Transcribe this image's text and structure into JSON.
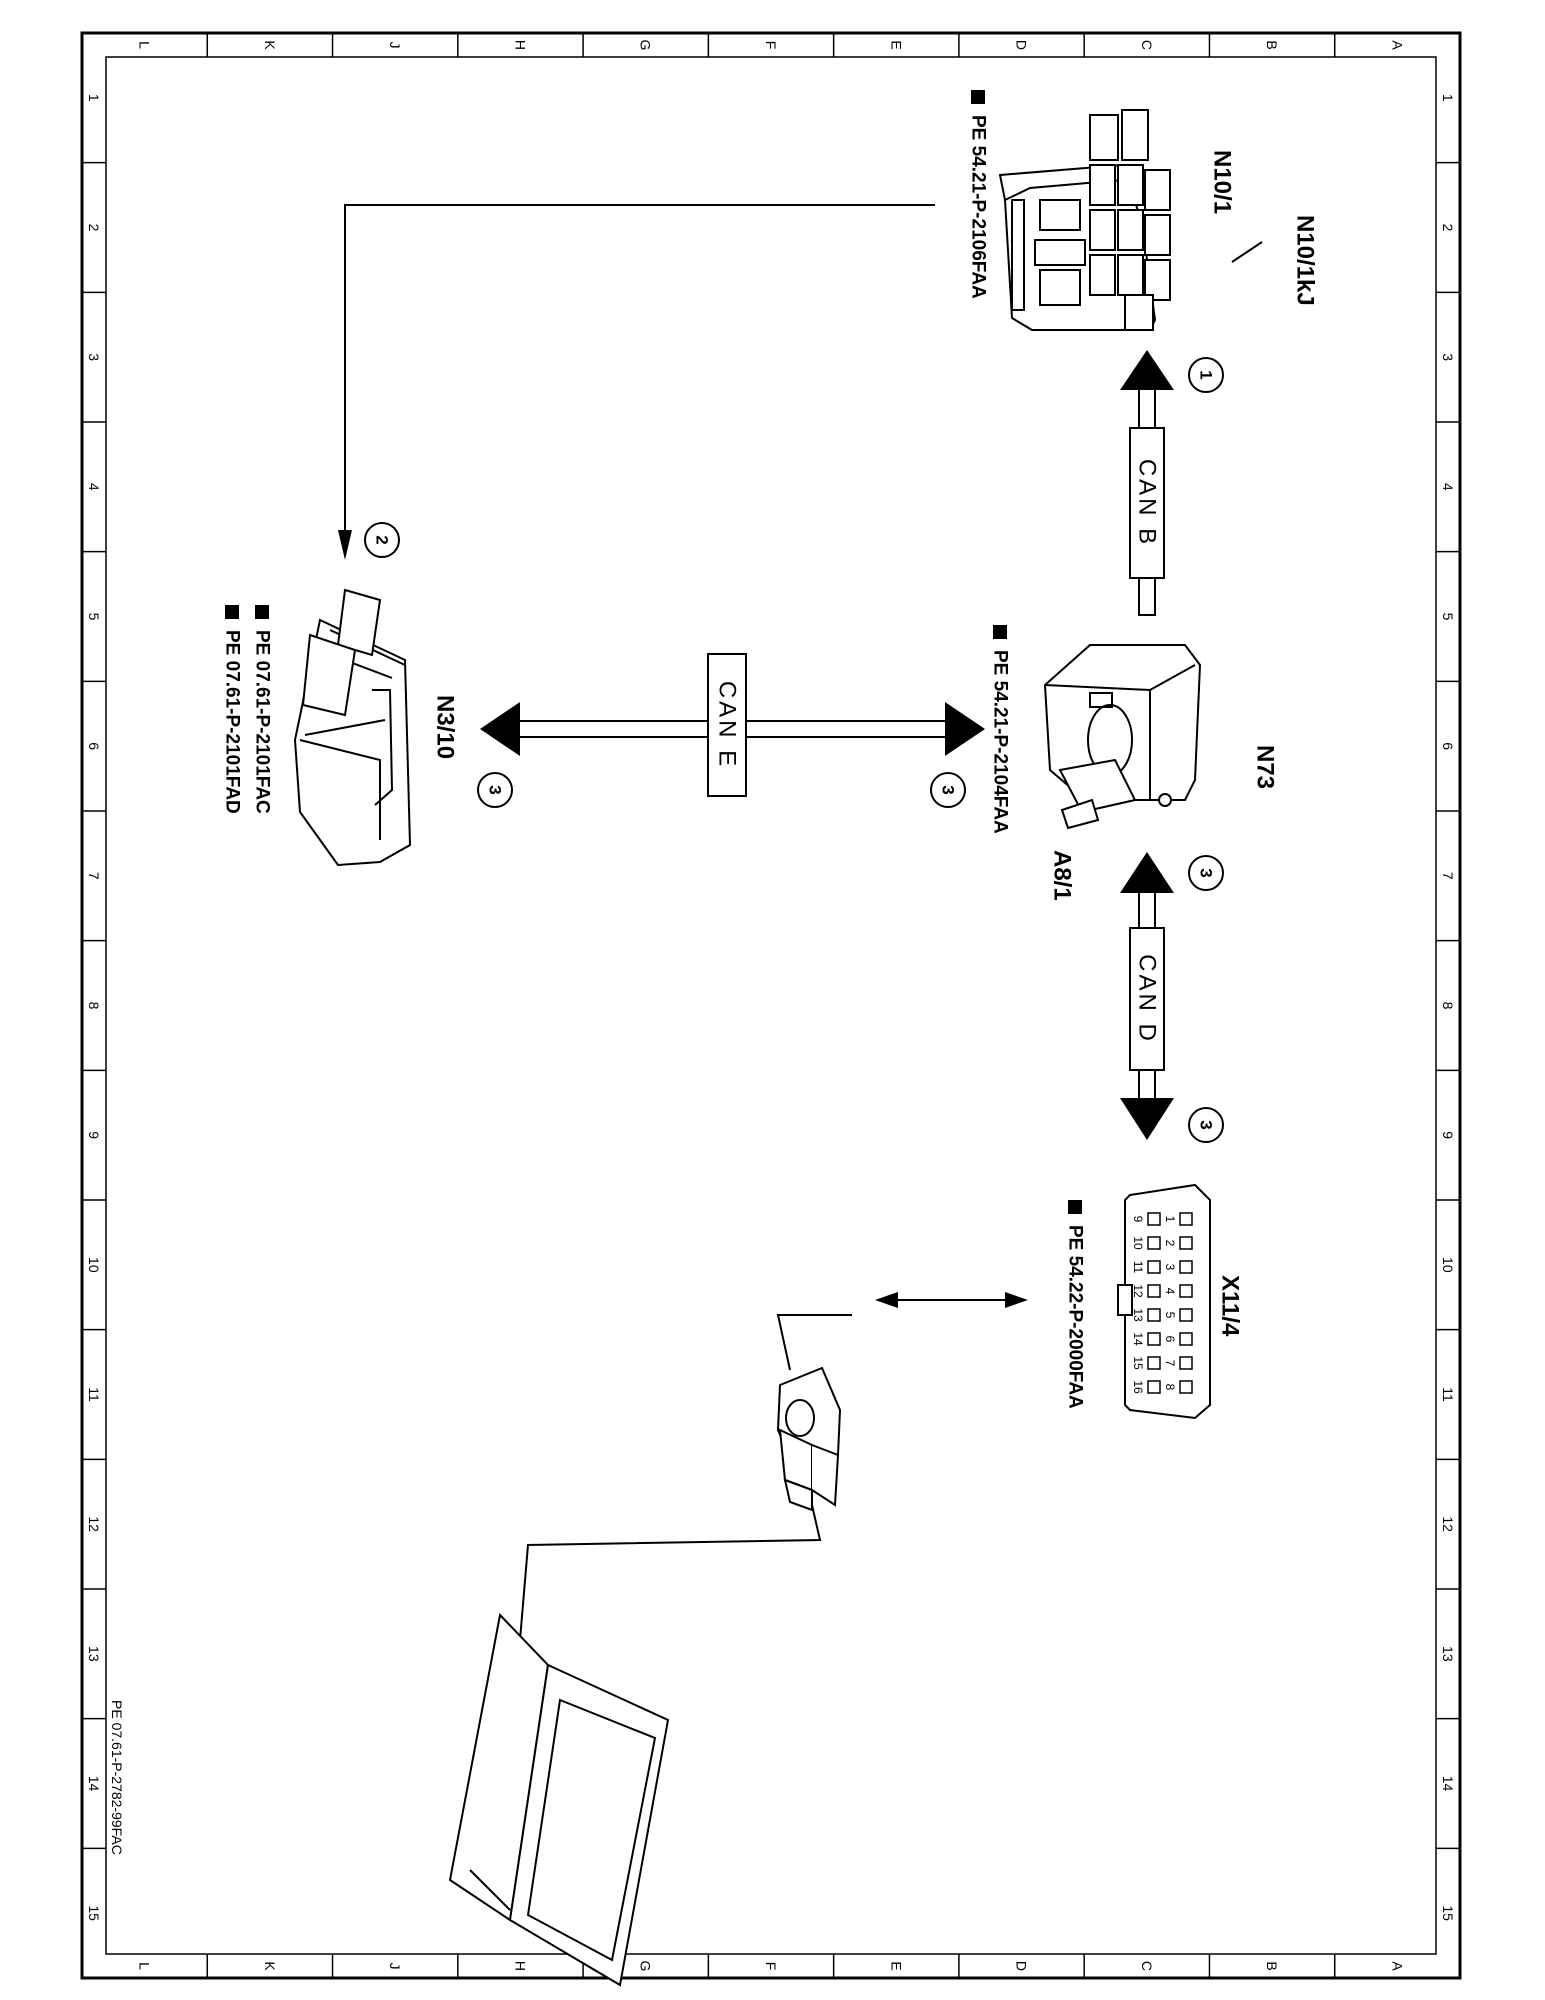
{
  "frame": {
    "letters": [
      "L",
      "K",
      "J",
      "H",
      "G",
      "F",
      "E",
      "D",
      "C",
      "B",
      "A"
    ],
    "numbers": [
      "1",
      "2",
      "3",
      "4",
      "5",
      "6",
      "7",
      "8",
      "9",
      "10",
      "11",
      "12",
      "13",
      "14",
      "15"
    ]
  },
  "components": {
    "n10_1kj": "N10/1kJ",
    "n10_1": "N10/1",
    "n73": "N73",
    "a8_1": "A8/1",
    "n3_10": "N3/10",
    "x11_4": "X11/4"
  },
  "references": {
    "n10": "PE 54.21-P-2106FAA",
    "n73": "PE 54.21-P-2104FAA",
    "n3_10_a": "PE 07.61-P-2101FAC",
    "n3_10_b": "PE 07.61-P-2101FAD",
    "x11_4": "PE 54.22-P-2000FAA"
  },
  "buses": {
    "can_b": "CAN B",
    "can_e": "CAN E",
    "can_d": "CAN D"
  },
  "markers": {
    "m1": "1",
    "m2": "2",
    "m3": "3"
  },
  "obd_pins": [
    "1",
    "2",
    "3",
    "4",
    "5",
    "6",
    "7",
    "8",
    "9",
    "10",
    "11",
    "12",
    "13",
    "14",
    "15",
    "16"
  ],
  "footer_code": "PE 07.61-P-2782-99FAC"
}
